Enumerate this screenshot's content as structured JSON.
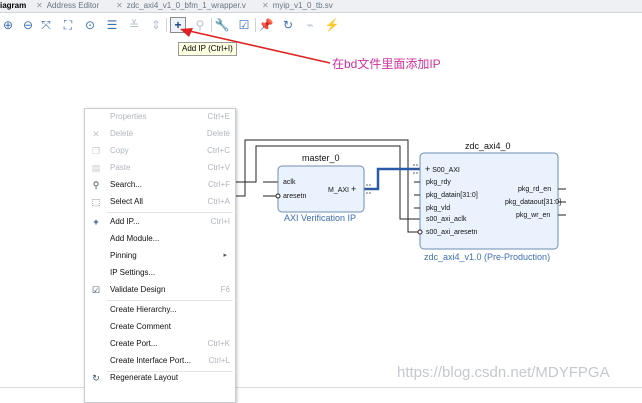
{
  "tabs": [
    {
      "label": "iagram"
    },
    {
      "label": "Address Editor"
    },
    {
      "label": "zdc_axi4_v1_0_bfm_1_wrapper.v"
    },
    {
      "label": "myip_v1_0_tb.sv"
    }
  ],
  "tooltip": {
    "text": "Add IP (Ctrl+I)"
  },
  "annotation": {
    "text": "在bd文件里面添加IP",
    "color": "#d0309c"
  },
  "context_menu": {
    "items": [
      {
        "label": "Properties",
        "shortcut": "Ctrl+E",
        "enabled": false,
        "icon": ""
      },
      {
        "label": "Delete",
        "shortcut": "Delete",
        "enabled": false,
        "icon": "x-icon"
      },
      {
        "label": "Copy",
        "shortcut": "Ctrl+C",
        "enabled": false,
        "icon": "copy-icon"
      },
      {
        "label": "Paste",
        "shortcut": "Ctrl+V",
        "enabled": false,
        "icon": "paste-icon"
      },
      {
        "label": "Search...",
        "shortcut": "Ctrl+F",
        "enabled": true,
        "icon": "search-icon"
      },
      {
        "label": "Select All",
        "shortcut": "Ctrl+A",
        "enabled": true,
        "icon": "select-all-icon"
      },
      {
        "label": "Add IP...",
        "shortcut": "Ctrl+I",
        "enabled": true,
        "icon": "plus-icon"
      },
      {
        "label": "Add Module...",
        "shortcut": "",
        "enabled": true,
        "icon": ""
      },
      {
        "label": "Pinning",
        "shortcut": "",
        "enabled": true,
        "icon": "",
        "submenu": true
      },
      {
        "label": "IP Settings...",
        "shortcut": "",
        "enabled": true,
        "icon": ""
      },
      {
        "label": "Validate Design",
        "shortcut": "F6",
        "enabled": true,
        "icon": "validate-icon"
      },
      {
        "label": "Create Hierarchy...",
        "shortcut": "",
        "enabled": true,
        "icon": ""
      },
      {
        "label": "Create Comment",
        "shortcut": "",
        "enabled": true,
        "icon": ""
      },
      {
        "label": "Create Port...",
        "shortcut": "Ctrl+K",
        "enabled": true,
        "icon": ""
      },
      {
        "label": "Create Interface Port...",
        "shortcut": "Ctrl+L",
        "enabled": true,
        "icon": ""
      },
      {
        "label": "Regenerate Layout",
        "shortcut": "",
        "enabled": true,
        "icon": "regenerate-icon"
      }
    ]
  },
  "master_block": {
    "title": "master_0",
    "subtitle": "AXI Verification IP",
    "ports_left": [
      "aclk",
      "aresetn"
    ],
    "port_right": "M_AXI"
  },
  "zdc_block": {
    "title": "zdc_axi4_0",
    "subtitle": "zdc_axi4_v1.0 (Pre-Production)",
    "ports_left": [
      "S00_AXI",
      "pkg_rdy",
      "pkg_datain[31:0]",
      "pkg_vld",
      "s00_axi_aclk",
      "s00_axi_aresetn"
    ],
    "ports_right": [
      "pkg_rd_en",
      "pkg_dataout[31:0]",
      "pkg_wr_en"
    ]
  },
  "watermark": {
    "text": "https://blog.csdn.net/MDYFPGA"
  },
  "toolbar_icons": [
    "zoom-in-icon",
    "zoom-out-icon",
    "zoom-fit-icon",
    "zoom-area-icon",
    "center-icon",
    "collapse-icon",
    "expand-icon",
    "add-ip-icon",
    "search-icon",
    "wrench-icon",
    "validate-icon",
    "pin-icon",
    "refresh-icon",
    "autoconnect-icon",
    "run-icon"
  ],
  "colors": {
    "bus": "#2b5aa8",
    "block_fill": "#eaf3fd",
    "block_border": "#6e8db4",
    "arrow": "#e02020"
  }
}
